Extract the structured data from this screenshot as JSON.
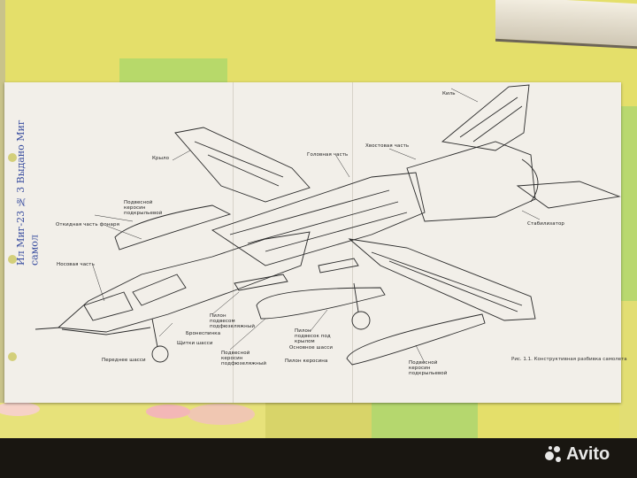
{
  "scene": {
    "colors": {
      "cloth": "#e4df6a",
      "paper": "#f2efe9",
      "ink": "#222222",
      "handwriting": "#3b4fa0"
    }
  },
  "handwriting": "Ил Миг-23 № 3 Выдано Миг самол",
  "labels": {
    "kil": "Киль",
    "krylo": "Крыло",
    "golovnaya": "Головная часть",
    "hvostovaya": "Хвостовая часть",
    "podvesnoy_kryl": "Подвесной керосин подкрыльевой",
    "otkidnaya": "Откидная часть фонаря",
    "nosovaya": "Носовая часть",
    "stabilizator": "Стабилизатор",
    "pilon_pod": "Пилон подвесом подфюзеляжный",
    "bronespinka": "Бронеспинка",
    "shitki": "Щитки шасси",
    "perednee": "Переднее шасси",
    "podvesnoy_fuz": "Подвесной керосин подфюзеляжный",
    "pilon_podkr": "Пилон подвесок под крылом",
    "osnovnoe": "Основное шасси",
    "pilon_ker": "Пилон керосина",
    "podvesnoy_bot": "Подвесной керосин подкрыльевой"
  },
  "caption": "Рис. 1.1. Конструктивная разбивка самолета",
  "watermark": "Avito"
}
